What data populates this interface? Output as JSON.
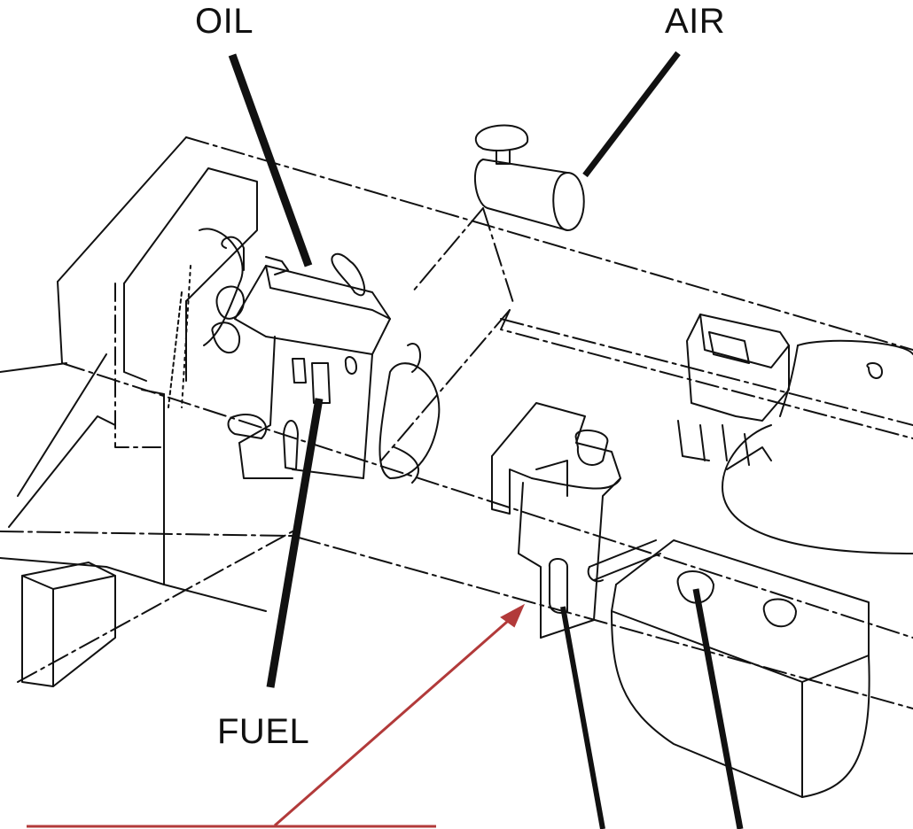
{
  "labels": {
    "oil": "OIL",
    "air": "AIR",
    "fuel": "FUEL"
  },
  "colors": {
    "ink": "#111111",
    "pointer": "#b23a3a"
  }
}
